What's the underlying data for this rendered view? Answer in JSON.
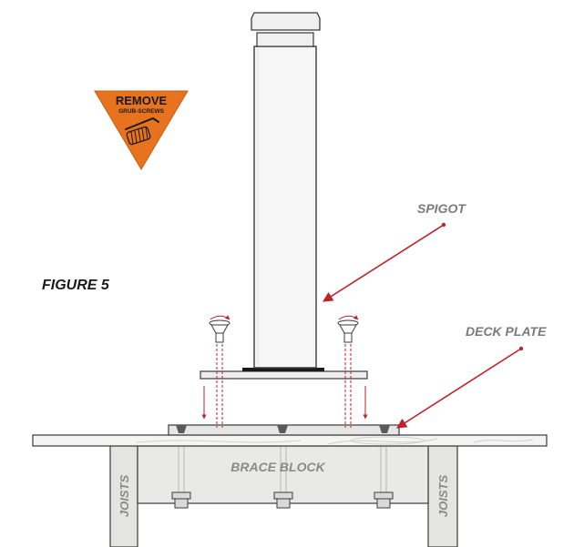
{
  "figure": {
    "label": "FIGURE 5"
  },
  "warning_sign": {
    "title": "REMOVE",
    "subtitle": "GRUB-SCREWS",
    "icon": "screw-and-allen-key-icon",
    "color": "#e8731e"
  },
  "callouts": {
    "spigot": "SPIGOT",
    "deck_plate": "DECK PLATE",
    "brace_block": "BRACE BLOCK",
    "joists_left": "JOISTS",
    "joists_right": "JOISTS"
  },
  "colors": {
    "accent_red": "#c0202a",
    "outline": "#3a3a3a",
    "light_fill": "#f2f2f2",
    "timber_fill": "#e4e4e2"
  }
}
